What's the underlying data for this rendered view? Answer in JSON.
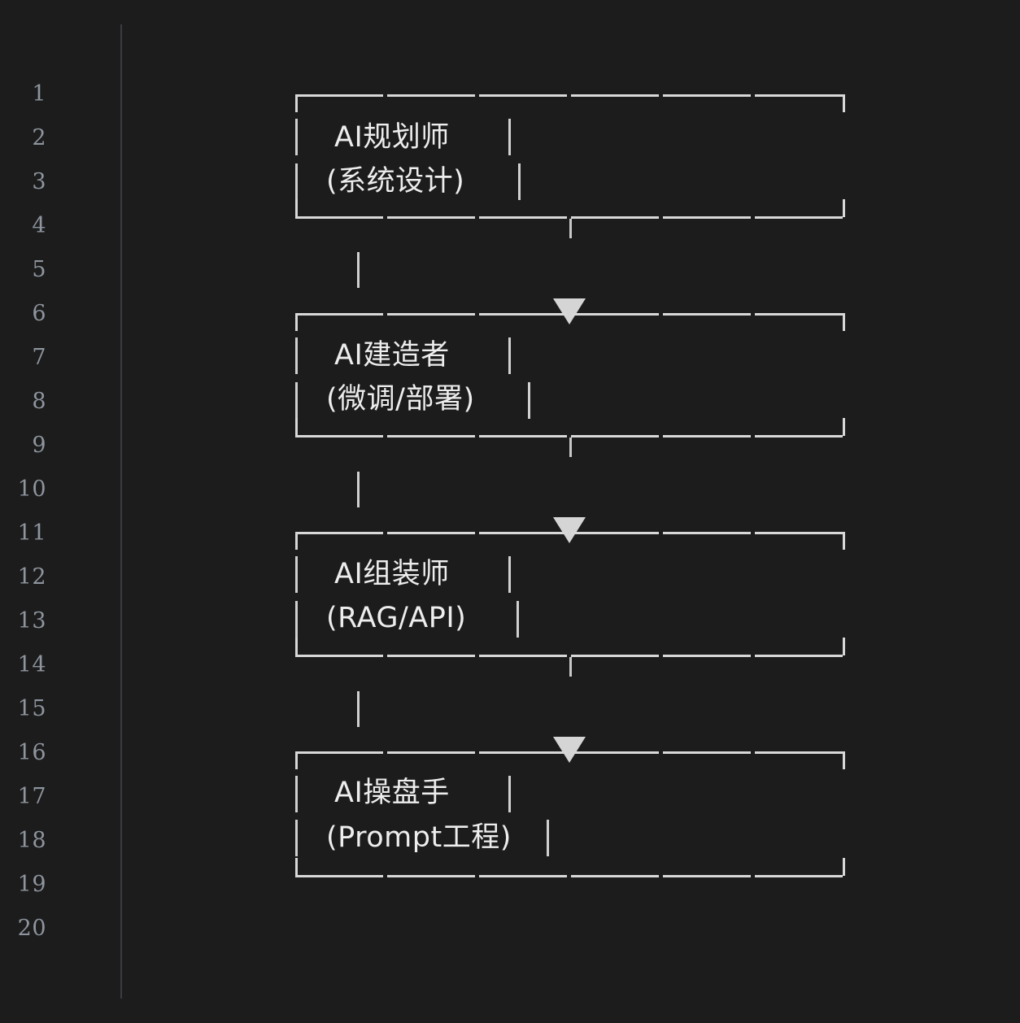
{
  "editor": {
    "background_color": "#1c1c1c",
    "text_color": "#ededed",
    "gutter_color": "#8e959e",
    "rule_color": "#d8d8d8",
    "total_lines": 20
  },
  "gutter": {
    "line_numbers": [
      "1",
      "2",
      "3",
      "4",
      "5",
      "6",
      "7",
      "8",
      "9",
      "10",
      "11",
      "12",
      "13",
      "14",
      "15",
      "16",
      "17",
      "18",
      "19",
      "20"
    ]
  },
  "diagram": {
    "type": "ascii-flowchart",
    "orientation": "vertical",
    "connector_glyph": "|",
    "arrow_glyph": "▼",
    "nodes": [
      {
        "id": "node-1",
        "title": "AI规划师",
        "subtitle": "(系统设计)",
        "top_border_line": 1,
        "title_line": 2,
        "subtitle_line": 3,
        "bottom_border_line": 4
      },
      {
        "id": "node-2",
        "title": "AI建造者",
        "subtitle": "(微调/部署)",
        "top_border_line": 6,
        "title_line": 7,
        "subtitle_line": 8,
        "bottom_border_line": 9
      },
      {
        "id": "node-3",
        "title": "AI组装师",
        "subtitle": "(RAG/API)",
        "top_border_line": 11,
        "title_line": 12,
        "subtitle_line": 13,
        "bottom_border_line": 14
      },
      {
        "id": "node-4",
        "title": "AI操盘手",
        "subtitle": "(Prompt工程)",
        "top_border_line": 16,
        "title_line": 17,
        "subtitle_line": 18,
        "bottom_border_line": 19
      }
    ],
    "edges": [
      {
        "id": "edge-1",
        "from": "node-1",
        "to": "node-2",
        "connector_line": 5
      },
      {
        "id": "edge-2",
        "from": "node-2",
        "to": "node-3",
        "connector_line": 10
      },
      {
        "id": "edge-3",
        "from": "node-3",
        "to": "node-4",
        "connector_line": 15
      }
    ]
  }
}
